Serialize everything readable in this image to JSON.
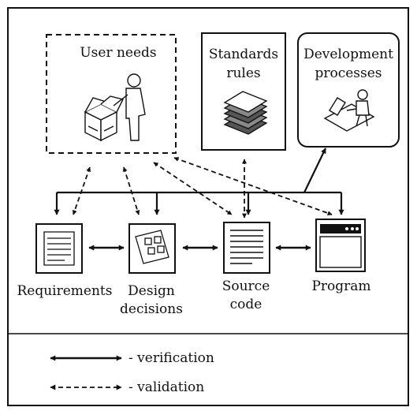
{
  "sources": {
    "user_needs": "User needs",
    "standards": [
      "Standards",
      "rules"
    ],
    "dev_processes": [
      "Development",
      "processes"
    ]
  },
  "artifacts": {
    "requirements": "Requirements",
    "design": [
      "Design",
      "decisions"
    ],
    "source_code": [
      "Source",
      "code"
    ],
    "program": "Program"
  },
  "legend": {
    "verification": "- verification",
    "validation": "- validation"
  },
  "icons": {
    "user_needs": "user-with-box-icon",
    "standards": "document-stack-icon",
    "dev_processes": "person-at-computer-icon",
    "requirements": "requirements-document-icon",
    "design": "design-blueprint-icon",
    "source_code": "source-code-document-icon",
    "program": "program-window-icon"
  },
  "colors": {
    "ink": "#111111",
    "background": "#ffffff"
  }
}
